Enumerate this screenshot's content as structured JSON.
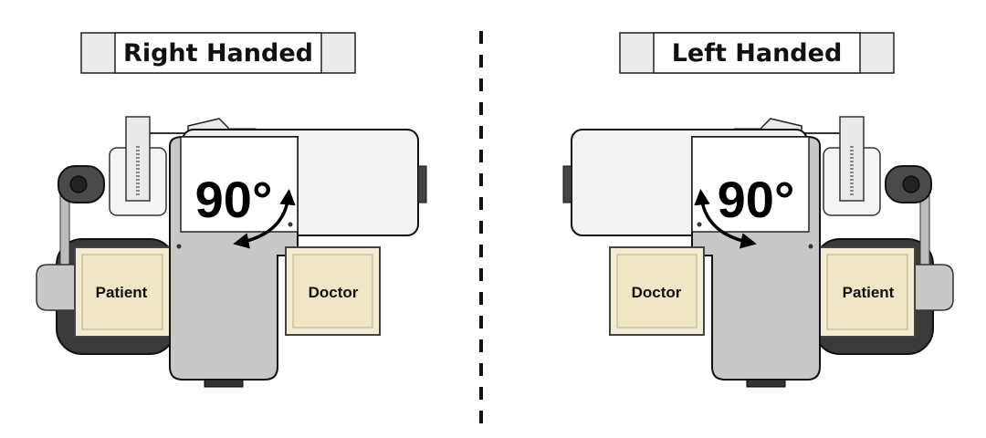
{
  "panels": [
    {
      "title": "Right Handed",
      "angle": "90°",
      "patient_label": "Patient",
      "doctor_label": "Doctor"
    },
    {
      "title": "Left Handed",
      "angle": "90°",
      "patient_label": "Patient",
      "doctor_label": "Doctor"
    }
  ],
  "colors": {
    "unit_gray": "#c8c8c8",
    "table_light": "#f2f2f2",
    "chair_dark": "#3a3a3a",
    "seat_cream": "#f3ecd2",
    "seat_cream_dark": "#dcd3b0",
    "title_box_fill": "#ebebeb",
    "divider": "#111111"
  }
}
